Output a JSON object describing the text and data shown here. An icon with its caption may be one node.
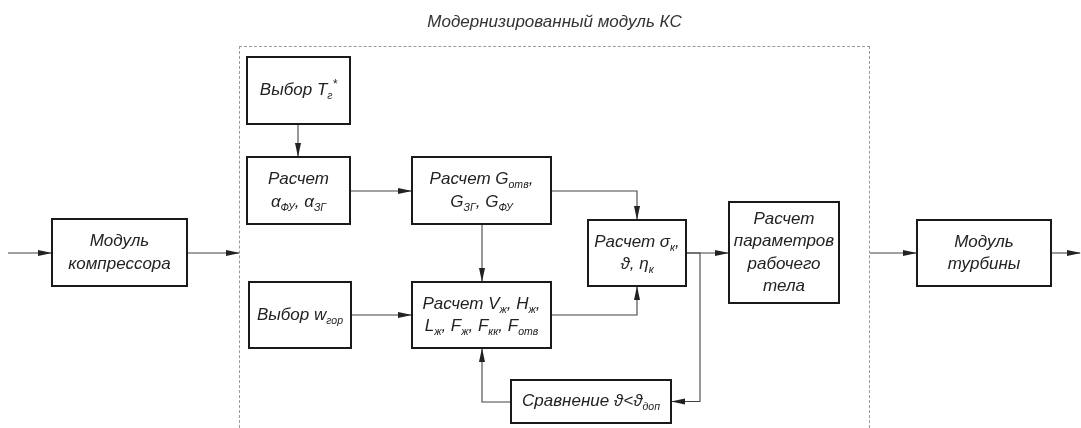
{
  "diagram": {
    "nodes": [
      {
        "text": [
          "Модернизированный модуль КС"
        ]
      },
      {
        "text": [
          "Модуль компрессора"
        ]
      },
      {
        "text": [
          "Выбор T$_{г}$$^{*}$"
        ],
        "in": 0
      },
      {
        "text": [
          "Расчет α$_{ФУ}$, α$_{ЗГ}$"
        ],
        "in": 0
      },
      {
        "text": [
          "Расчет G$_{отв}$, G$_{ЗГ}$, G$_{ФУ}$"
        ],
        "in": 0
      },
      {
        "text": [
          "Расчет σ$_{к}$, ϑ, η$_{к}$"
        ],
        "in": 0
      },
      {
        "text": [
          "Расчет параметров рабочего тела"
        ],
        "in": 0
      },
      {
        "text": [
          "Выбор w$_{гор}$"
        ],
        "in": 0
      },
      {
        "text": [
          "Расчет V$_{ж}$, H$_{ж}$, L$_{ж}$, F$_{ж}$, F$_{кк}$, F$_{отв}$"
        ],
        "in": 0
      },
      {
        "text": [
          "Сравнение ϑ<ϑ$_{доп}$"
        ],
        "in": 0
      },
      {
        "text": [
          "Модуль турбины"
        ]
      }
    ],
    "edges": [
      {
        "from": null,
        "to": 1,
        "arrow": "to"
      },
      {
        "from": 1,
        "to": 0,
        "arrow": "to"
      },
      {
        "from": 2,
        "to": 3,
        "arrow": "to"
      },
      {
        "from": 3,
        "to": 4,
        "arrow": "to"
      },
      {
        "from": 4,
        "to": 8,
        "arrow": "to"
      },
      {
        "from": 4,
        "to": 5,
        "arrow": "to"
      },
      {
        "from": 7,
        "to": 8,
        "arrow": "to"
      },
      {
        "from": 8,
        "to": 5,
        "arrow": "to"
      },
      {
        "from": 5,
        "to": 6,
        "arrow": "to"
      },
      {
        "from": 5,
        "to": 9,
        "arrow": "to"
      },
      {
        "from": 9,
        "to": 8,
        "arrow": "to"
      },
      {
        "from": 0,
        "to": 10,
        "arrow": "to"
      },
      {
        "from": 10,
        "to": null,
        "arrow": "to"
      }
    ]
  }
}
